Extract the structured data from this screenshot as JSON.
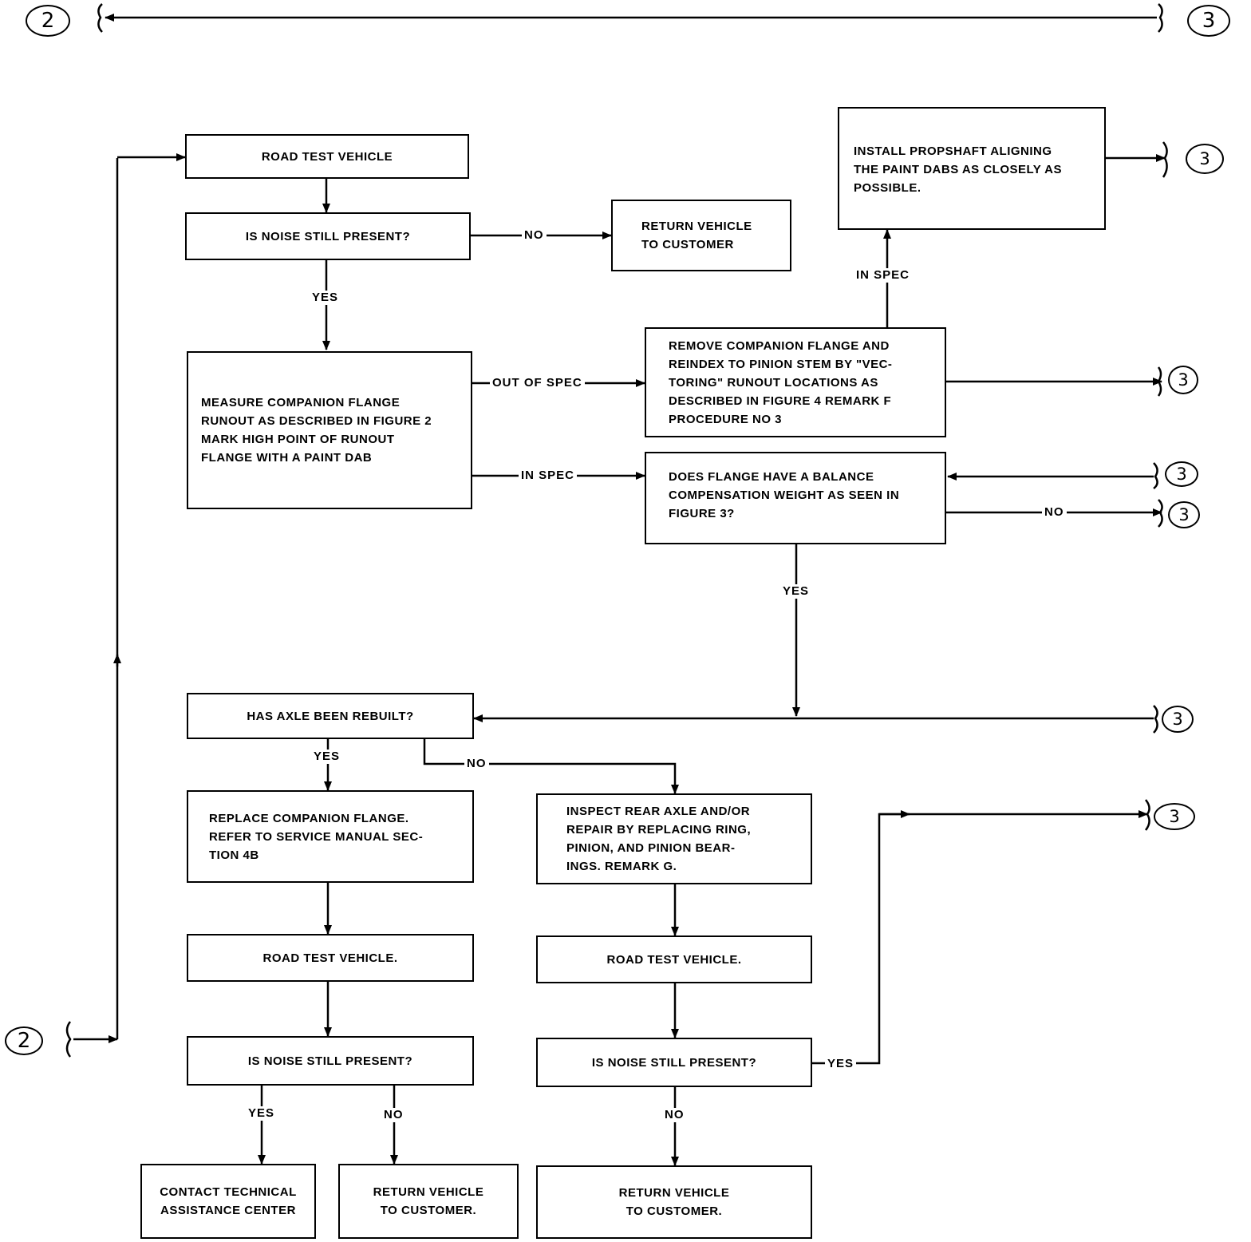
{
  "boxes": {
    "road_test_1": "ROAD TEST VEHICLE",
    "noise_1": "IS NOISE STILL PRESENT?",
    "return_1": "RETURN VEHICLE\nTO CUSTOMER",
    "install": "INSTALL PROPSHAFT ALIGNING\nTHE PAINT DABS AS CLOSELY AS\nPOSSIBLE.",
    "remove": "REMOVE COMPANION FLANGE AND\nREINDEX TO PINION STEM BY \"VEC-\nTORING\" RUNOUT LOCATIONS AS\nDESCRIBED IN FIGURE 4 REMARK F\nPROCEDURE NO 3",
    "measure": "MEASURE COMPANION FLANGE\nRUNOUT AS DESCRIBED IN FIGURE 2\nMARK HIGH POINT OF RUNOUT\nFLANGE WITH A PAINT DAB",
    "balance": "DOES FLANGE HAVE A BALANCE\nCOMPENSATION WEIGHT AS SEEN IN\nFIGURE 3?",
    "axle": "HAS AXLE BEEN REBUILT?",
    "replace": "REPLACE COMPANION FLANGE.\nREFER TO SERVICE MANUAL SEC-\nTION 4B",
    "inspect": "INSPECT REAR AXLE AND/OR\nREPAIR BY REPLACING RING,\nPINION, AND PINION BEAR-\nINGS. REMARK G.",
    "road_test_2": "ROAD TEST VEHICLE.",
    "road_test_3": "ROAD TEST VEHICLE.",
    "noise_2": "IS NOISE STILL PRESENT?",
    "noise_3": "IS NOISE STILL PRESENT?",
    "contact": "CONTACT TECHNICAL\nASSISTANCE CENTER",
    "return_2": "RETURN VEHICLE\nTO CUSTOMER.",
    "return_3": "RETURN VEHICLE\nTO CUSTOMER."
  },
  "labels": {
    "no": "NO",
    "yes": "YES",
    "in_spec": "IN SPEC",
    "out_of_spec": "OUT OF SPEC"
  },
  "connectors": {
    "two": "2",
    "three": "3"
  }
}
